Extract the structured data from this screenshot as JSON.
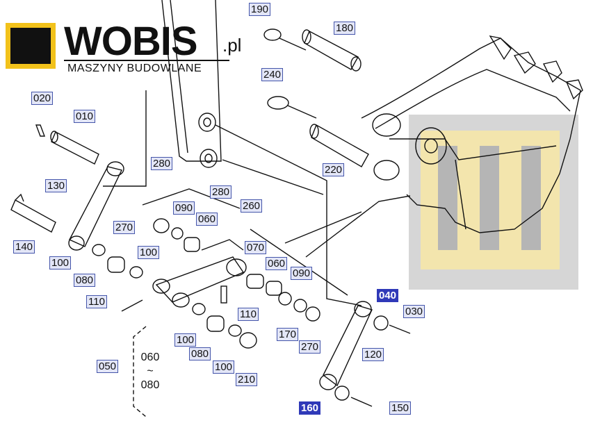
{
  "brand": {
    "name": "WOBIS",
    "tld": ".pl",
    "tagline": "MASZYNY BUDOWLANE",
    "colors": {
      "logo_yellow": "#f2c21b",
      "text": "#111111"
    }
  },
  "watermark": {
    "colors": {
      "gray": "#c8c8c8",
      "yellow": "#f6e7a8"
    }
  },
  "part_labels": [
    {
      "id": "190",
      "highlight": false
    },
    {
      "id": "180",
      "highlight": false
    },
    {
      "id": "240",
      "highlight": false
    },
    {
      "id": "020",
      "highlight": false
    },
    {
      "id": "010",
      "highlight": false
    },
    {
      "id": "280",
      "highlight": false
    },
    {
      "id": "280",
      "highlight": false
    },
    {
      "id": "220",
      "highlight": false
    },
    {
      "id": "130",
      "highlight": false
    },
    {
      "id": "260",
      "highlight": false
    },
    {
      "id": "140",
      "highlight": false
    },
    {
      "id": "270",
      "highlight": false
    },
    {
      "id": "090",
      "highlight": false
    },
    {
      "id": "060",
      "highlight": false
    },
    {
      "id": "100",
      "highlight": false
    },
    {
      "id": "100",
      "highlight": false
    },
    {
      "id": "080",
      "highlight": false
    },
    {
      "id": "070",
      "highlight": false
    },
    {
      "id": "060",
      "highlight": false
    },
    {
      "id": "090",
      "highlight": false
    },
    {
      "id": "110",
      "highlight": false
    },
    {
      "id": "110",
      "highlight": false
    },
    {
      "id": "040",
      "highlight": true
    },
    {
      "id": "030",
      "highlight": false
    },
    {
      "id": "100",
      "highlight": false
    },
    {
      "id": "170",
      "highlight": false
    },
    {
      "id": "270",
      "highlight": false
    },
    {
      "id": "080",
      "highlight": false
    },
    {
      "id": "100",
      "highlight": false
    },
    {
      "id": "120",
      "highlight": false
    },
    {
      "id": "050",
      "highlight": false
    },
    {
      "id": "210",
      "highlight": false
    },
    {
      "id": "160",
      "highlight": true
    },
    {
      "id": "150",
      "highlight": false
    }
  ],
  "range_note": {
    "from": "060",
    "sep": "~",
    "to": "080"
  }
}
